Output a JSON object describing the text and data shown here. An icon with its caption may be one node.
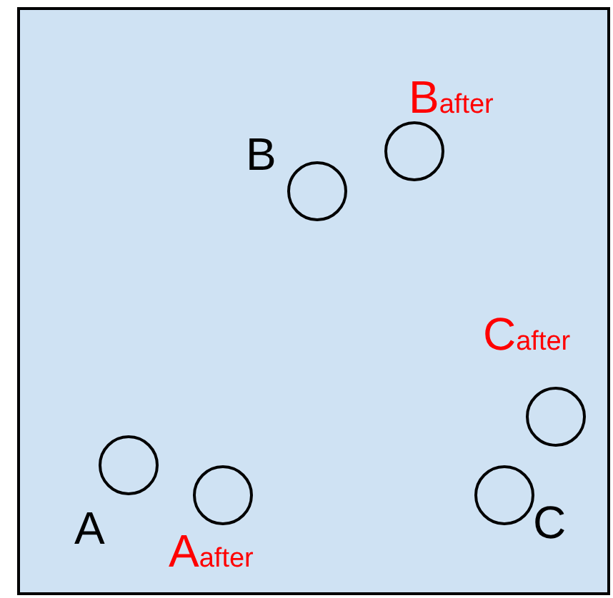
{
  "diagram": {
    "nodes": [
      {
        "text": [],
        "shape": "box"
      },
      {
        "text": [],
        "shape": "circle",
        "in": 0,
        "beside": [
          "B$_{after}$"
        ]
      },
      {
        "text": [],
        "shape": "circle",
        "in": 0,
        "beside": [
          "B"
        ]
      },
      {
        "text": [],
        "shape": "circle",
        "in": 0,
        "beside": [
          "C$_{after}$"
        ]
      },
      {
        "text": [],
        "shape": "circle",
        "in": 0,
        "beside": [
          "A"
        ]
      },
      {
        "text": [],
        "shape": "circle",
        "in": 0,
        "beside": [
          "A$_{after}$"
        ]
      },
      {
        "text": [],
        "shape": "circle",
        "in": 0,
        "beside": [
          "C"
        ]
      }
    ]
  }
}
